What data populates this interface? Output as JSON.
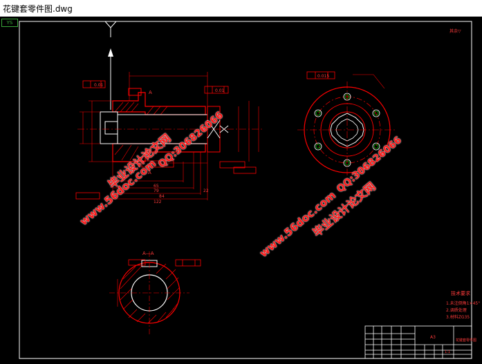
{
  "window": {
    "title": "花键套零件图.dwg"
  },
  "viewport": {
    "tab_label": "YS"
  },
  "drawing": {
    "section_label": "A—A",
    "roughness_note": "其余▽",
    "tech_requirements": {
      "title": "技术要求",
      "items": [
        "1.未注倒角1×45°",
        "2.调质处理",
        "3.材料ZG35"
      ]
    },
    "dimensions": {
      "len_65": "65",
      "len_79": "79",
      "len_84": "84",
      "len_122": "122",
      "len_22": "22",
      "fcf_a": "0.01",
      "fcf_b": "0.01",
      "fcf_c": "0.015"
    },
    "title_block": {
      "scale": "1:1",
      "sheet": "A3",
      "drawing_name": "花键套零件图"
    }
  },
  "watermarks": [
    "毕业设计论文网",
    "QQ:306826066",
    "www.56doc.com",
    "www.56doc.com",
    "毕业设计论文网",
    "QQ:306826066"
  ],
  "colors": {
    "background": "#000000",
    "outline": "#ff0000",
    "section": "#ff0000",
    "white": "#ffffff",
    "grid": "#00c000",
    "watermark": "#ff1a1a"
  }
}
